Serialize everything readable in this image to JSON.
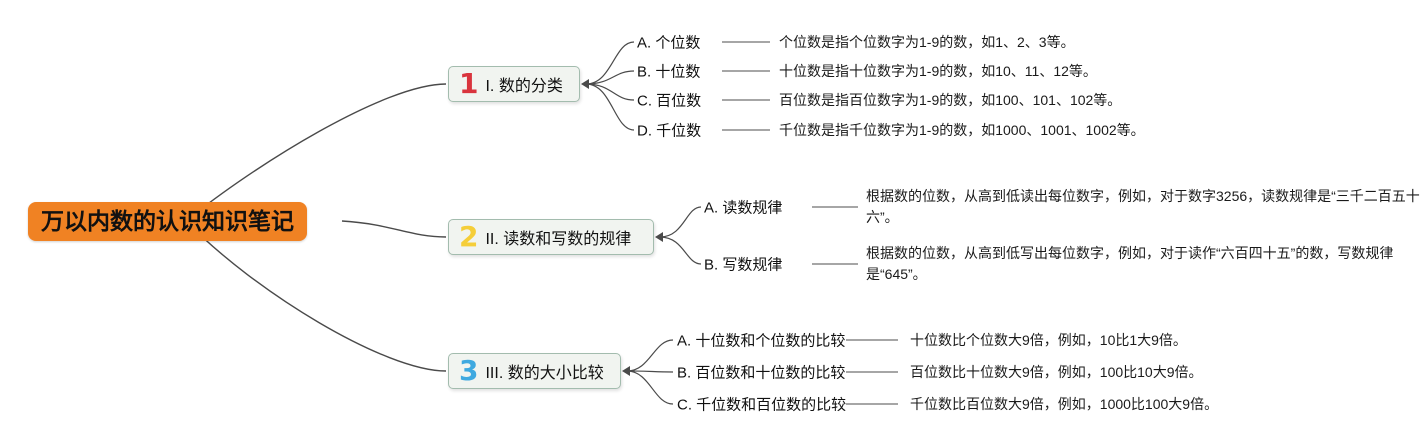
{
  "title": "万以内数的认识知识笔记",
  "root": {
    "label": "万以内数的认识知识笔记"
  },
  "branches": [
    {
      "number": "1",
      "label": "I. 数的分类",
      "children": [
        {
          "label": "A. 个位数",
          "desc": "个位数是指个位数字为1-9的数，如1、2、3等。"
        },
        {
          "label": "B. 十位数",
          "desc": "十位数是指十位数字为1-9的数，如10、11、12等。"
        },
        {
          "label": "C. 百位数",
          "desc": "百位数是指百位数字为1-9的数，如100、101、102等。"
        },
        {
          "label": "D. 千位数",
          "desc": "千位数是指千位数字为1-9的数，如1000、1001、1002等。"
        }
      ]
    },
    {
      "number": "2",
      "label": "II. 读数和写数的规律",
      "children": [
        {
          "label": "A. 读数规律",
          "desc": "根据数的位数，从高到低读出每位数字，例如，对于数字3256，读数规律是“三千二百五十六”。"
        },
        {
          "label": "B. 写数规律",
          "desc": "根据数的位数，从高到低写出每位数字，例如，对于读作“六百四十五”的数，写数规律是“645”。"
        }
      ]
    },
    {
      "number": "3",
      "label": "III. 数的大小比较",
      "children": [
        {
          "label": "A. 十位数和个位数的比较",
          "desc": "十位数比个位数大9倍，例如，10比1大9倍。"
        },
        {
          "label": "B. 百位数和十位数的比较",
          "desc": "百位数比十位数大9倍，例如，100比10大9倍。"
        },
        {
          "label": "C. 千位数和百位数的比较",
          "desc": "千位数比百位数大9倍，例如，1000比100大9倍。"
        }
      ]
    }
  ],
  "colors": {
    "root_bg": "#F08223",
    "node_bg": "#F1F4F0",
    "node_border": "#A3BCAE",
    "branch1_number": "#D9343D",
    "branch2_number": "#F5CE39",
    "branch3_number": "#3FA9E0",
    "main_connector": "#4A4A4A",
    "sub_connector": "#A6A6A6"
  }
}
